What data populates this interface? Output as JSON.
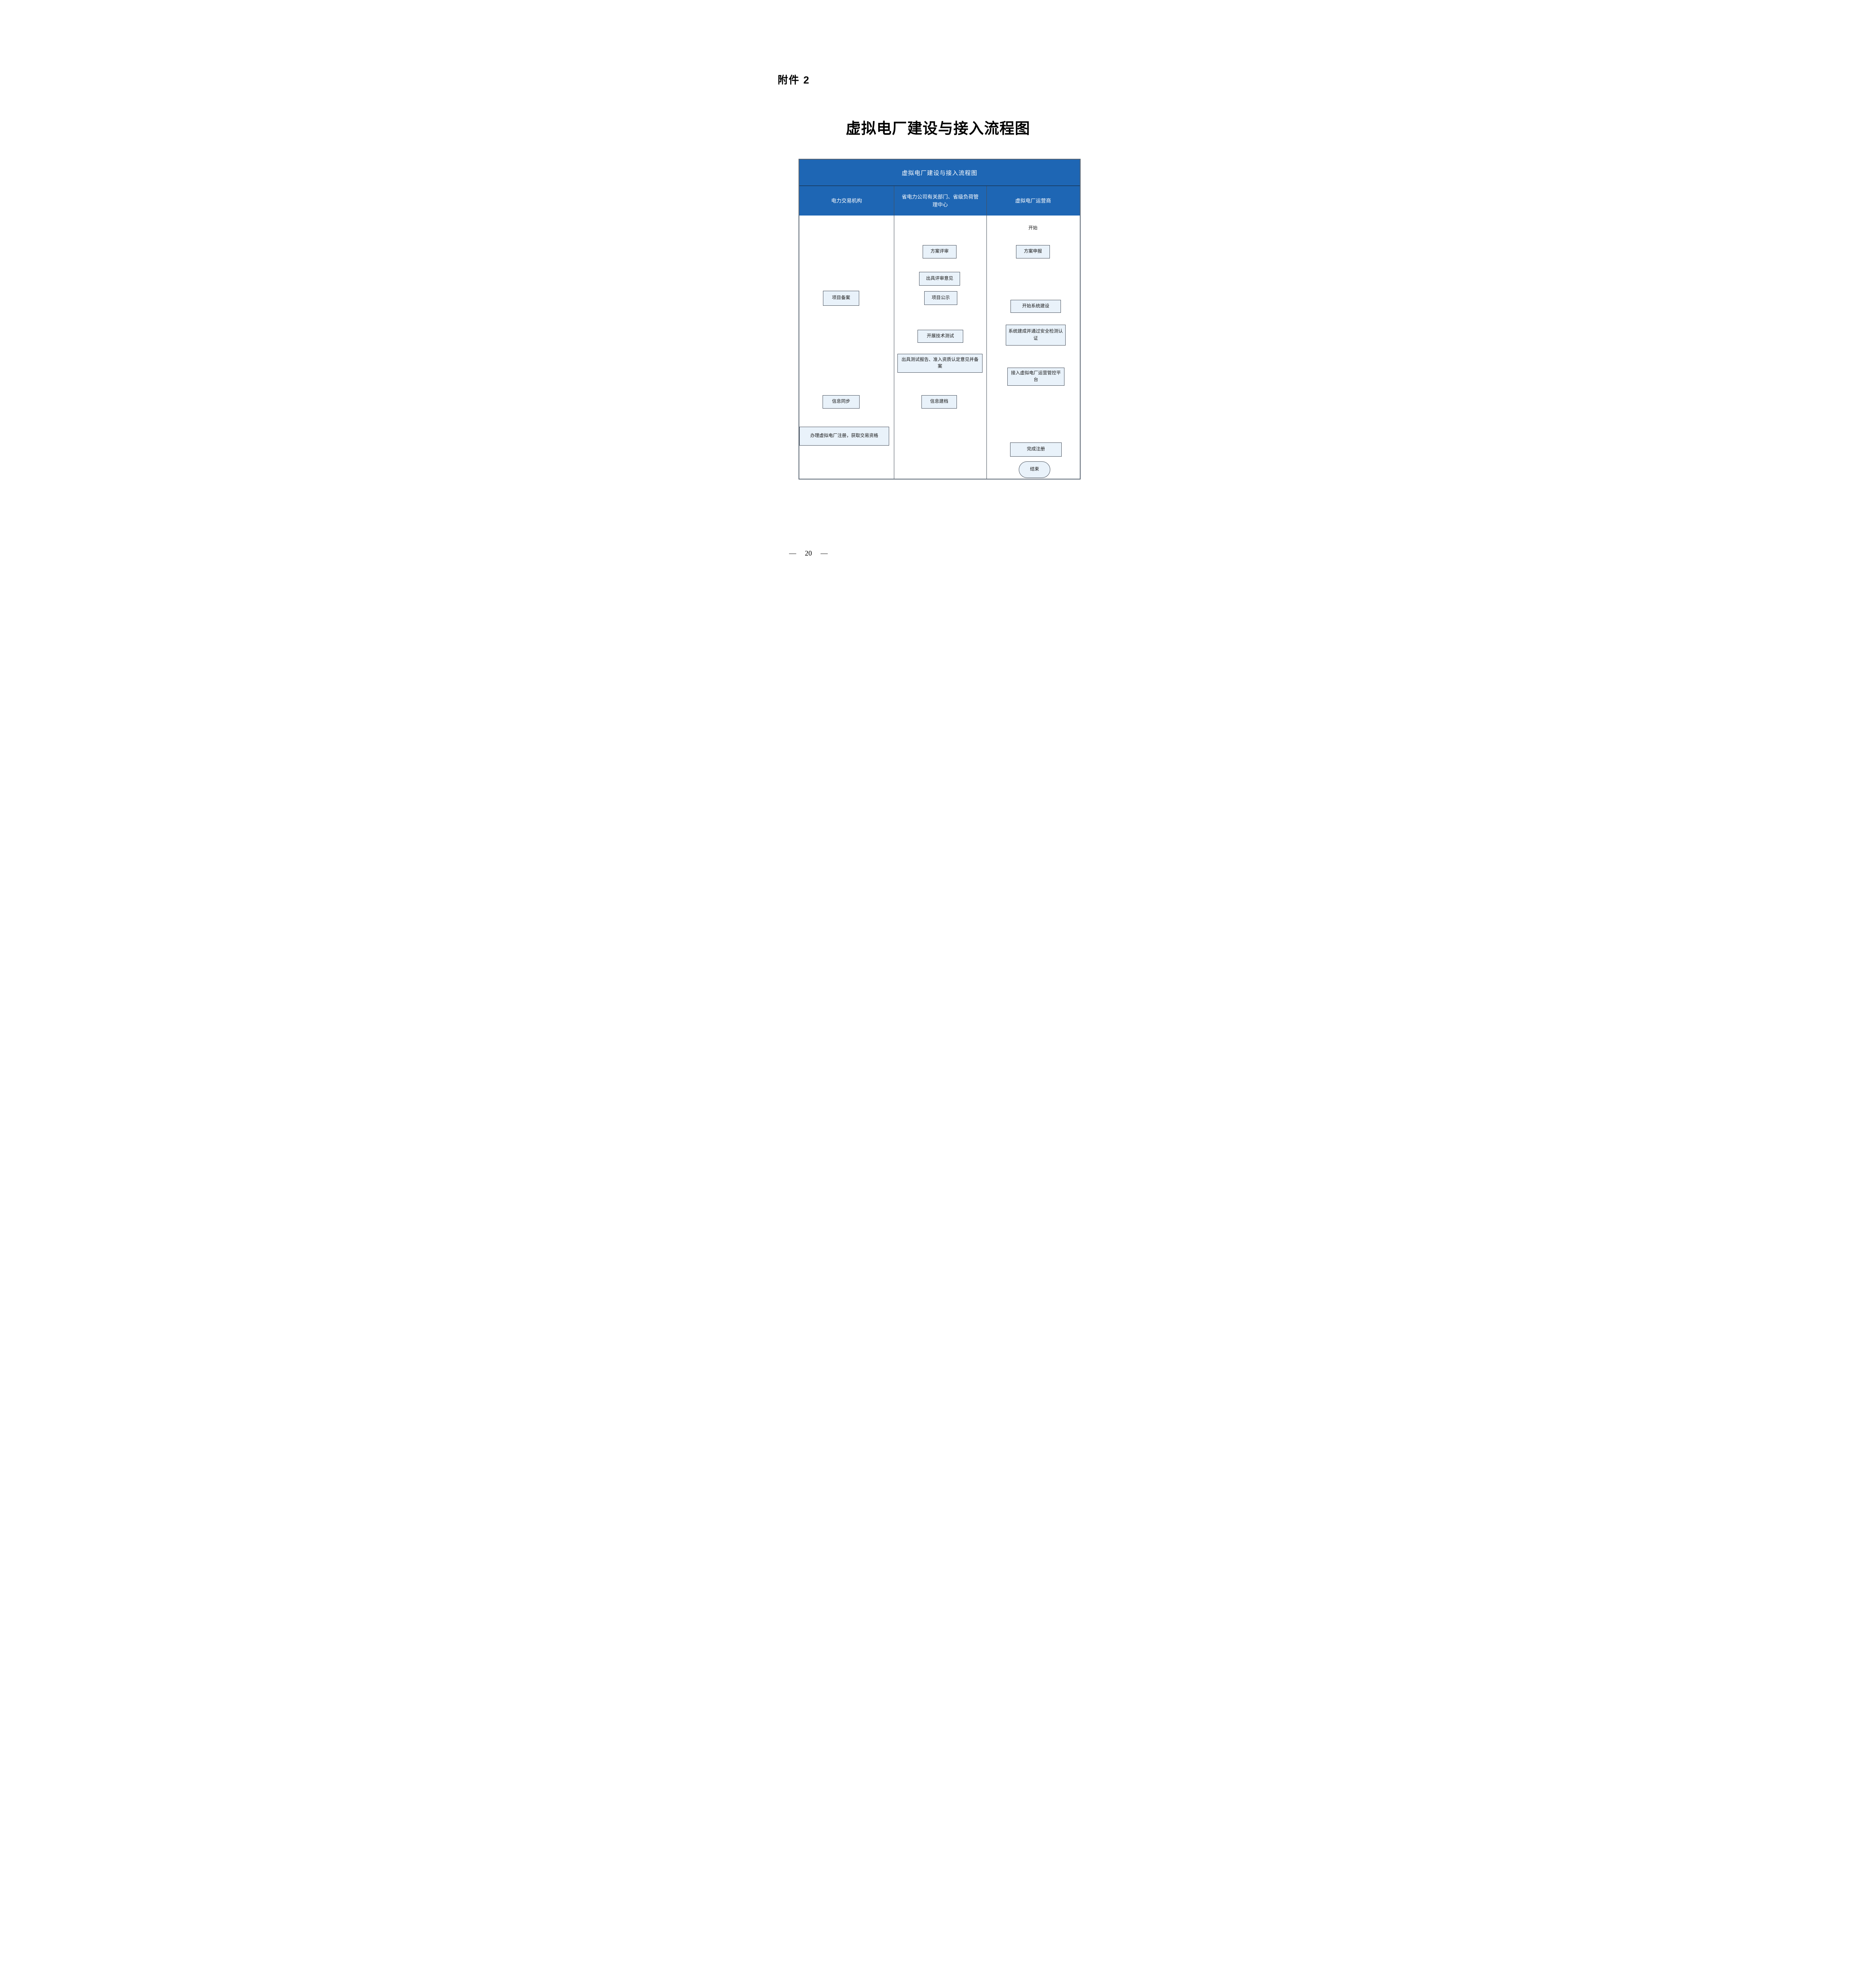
{
  "page": {
    "attachment_label": "附件 2",
    "main_title": "虚拟电厂建设与接入流程图",
    "footer": {
      "left_dash": "—",
      "page_number": "20",
      "right_dash": "—"
    }
  },
  "flowchart": {
    "title": "虚拟电厂建设与接入流程图",
    "lanes": [
      {
        "label": "电力交易机构"
      },
      {
        "label": "省电力公司有关部门、省级负荷管理中心"
      },
      {
        "label": "虚拟电厂运营商"
      }
    ],
    "nodes": {
      "start": "开始",
      "plan_declare": "方案申报",
      "plan_review": "方案评审",
      "issue_review_opinion": "出具评审意见",
      "project_publicity": "项目公示",
      "project_filing": "项目备案",
      "start_system_build": "开始系统建设",
      "system_built_cert": "系统建成并通过安全检测认证",
      "tech_test": "开展技术测试",
      "test_report_filing": "出具测试报告、准入资质认定意见并备案",
      "connect_platform": "接入虚拟电厂运营管控平台",
      "info_archive": "信息建档",
      "info_sync": "信息同步",
      "register_trade_qualification": "办理虚拟电厂注册，获取交易资格",
      "complete_registration": "完成注册",
      "end": "结束"
    },
    "colors": {
      "header_blue": "#1e66b4",
      "node_fill": "#e9f2fa",
      "node_border": "#49525e",
      "connector_line": "#8094bd",
      "arrowhead": "#2d5fa8",
      "frame_border": "#5a6673"
    }
  }
}
